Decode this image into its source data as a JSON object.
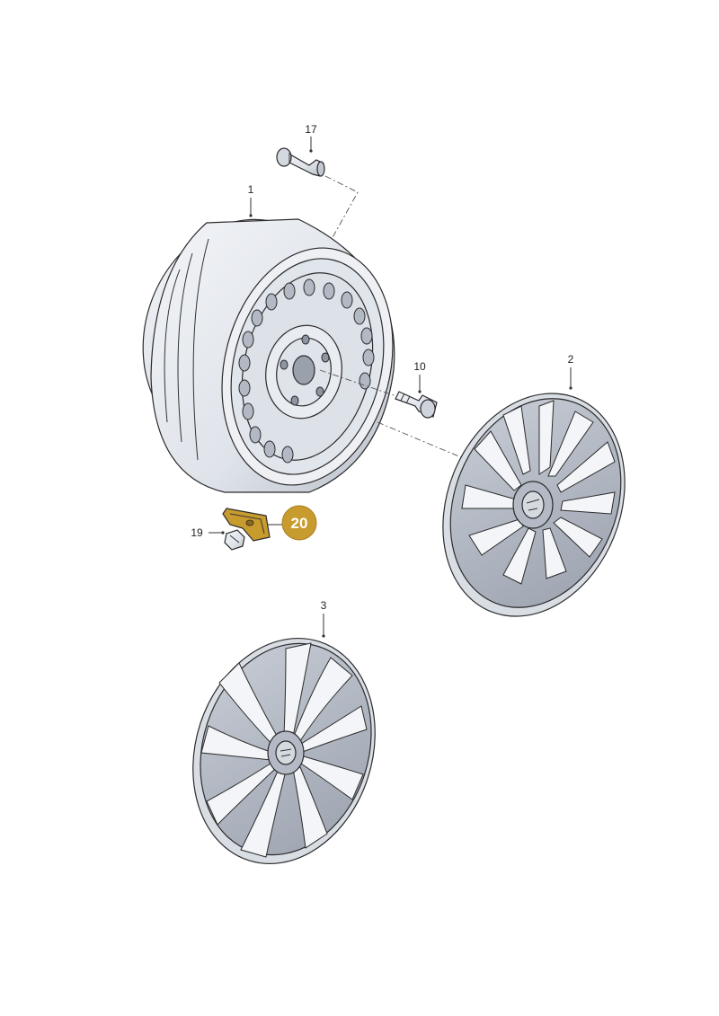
{
  "callouts": {
    "rim": "1",
    "hubcap_a": "2",
    "hubcap_b": "3",
    "bolt": "10",
    "valve": "17",
    "nut": "19",
    "sensor": "20"
  },
  "colors": {
    "part_fill": "#e3e6ec",
    "part_shadow": "#aeb4bf",
    "outline": "#2b2b2b",
    "highlight": "#c79b2e",
    "badge_text": "#ffffff"
  }
}
